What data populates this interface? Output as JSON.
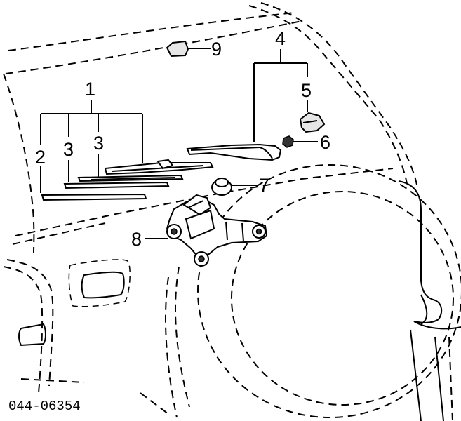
{
  "callouts": {
    "c1": "1",
    "c2": "2",
    "c3a": "3",
    "c3b": "3",
    "c4": "4",
    "c5": "5",
    "c6": "6",
    "c7": "7",
    "c8": "8",
    "c9": "9"
  },
  "diagram_code": "044-06354"
}
